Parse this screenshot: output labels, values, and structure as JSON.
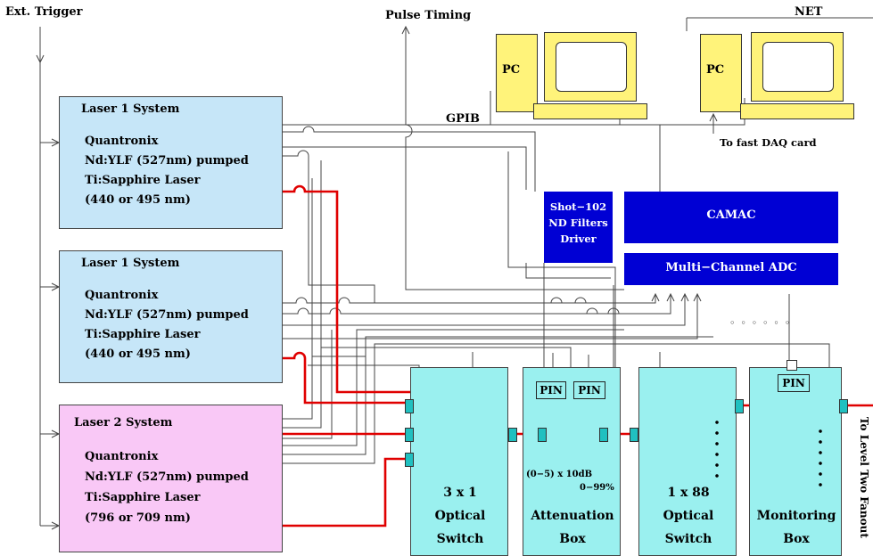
{
  "ext_trigger": "Ext. Trigger",
  "pulse_timing": "Pulse Timing",
  "net": "NET",
  "gpib": "GPIB",
  "fast_daq": "To fast DAQ card",
  "pc_label": "PC",
  "lasers": [
    {
      "title": "Laser 1 System",
      "line1": "Quantronix",
      "line2": "Nd:YLF (527nm) pumped",
      "line3": "Ti:Sapphire Laser",
      "line4": "(440 or 495 nm)"
    },
    {
      "title": "Laser 1 System",
      "line1": "Quantronix",
      "line2": "Nd:YLF (527nm) pumped",
      "line3": "Ti:Sapphire Laser",
      "line4": "(440 or 495 nm)"
    },
    {
      "title": "Laser 2 System",
      "line1": "Quantronix",
      "line2": "Nd:YLF (527nm) pumped",
      "line3": "Ti:Sapphire Laser",
      "line4": "(796 or 709 nm)"
    }
  ],
  "shot_driver": {
    "line1": "Shot−102",
    "line2": "ND Filters",
    "line3": "Driver"
  },
  "camac": "CAMAC",
  "adc": "Multi−Channel ADC",
  "adc_dots": "◦ ◦ ◦ ◦ ◦ ◦",
  "pin": "PIN",
  "switch_3x1": {
    "line1": "3 x 1",
    "line2": "Optical",
    "line3": "Switch"
  },
  "atten_box": {
    "line1": "Attenuation",
    "line2": "Box"
  },
  "switch_1x88": {
    "line1": "1 x 88",
    "line2": "Optical",
    "line3": "Switch"
  },
  "monitor_box": {
    "line1": "Monitoring",
    "line2": "Box"
  },
  "atten_coarse": "(0−5) x 10dB",
  "atten_fine": "0−99%",
  "to_level_two": "To Level Two Fanout",
  "colors": {
    "laser1_fill": "#c6e6f8",
    "laser2_fill": "#f9c8f6",
    "pc_fill": "#fff37a",
    "daq_blue": "#0000d4",
    "optic_box": "#9af0ef",
    "fiber": "#e00000"
  }
}
